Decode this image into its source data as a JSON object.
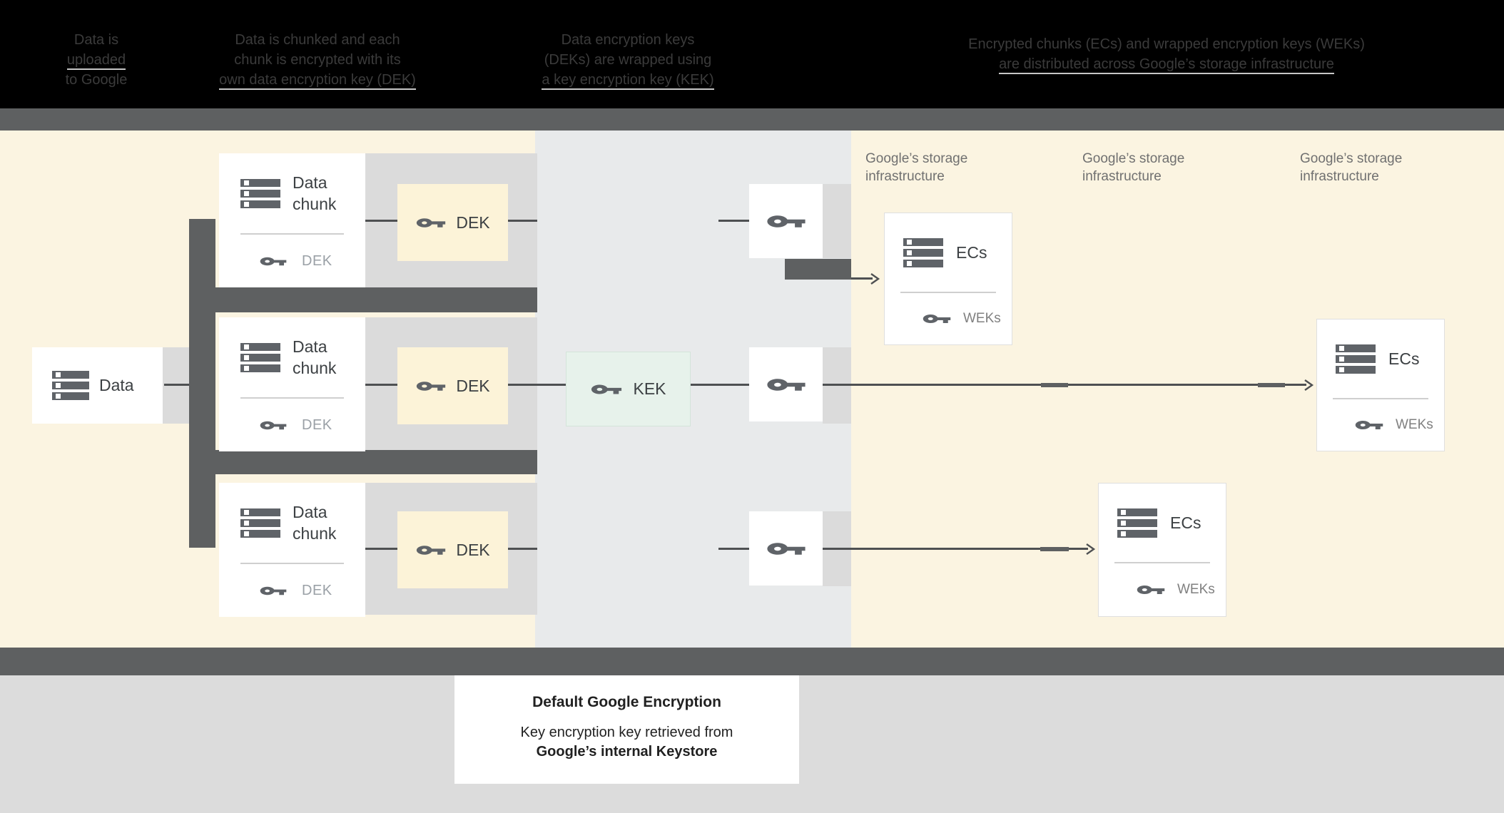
{
  "colors": {
    "header_bg": "#000000",
    "header_text": "#3b3b3b",
    "bar_gray": "#5E6061",
    "cream_bg": "#FBF4E1",
    "band_gray": "#DBDBDB",
    "zone_bluegray": "#E8EAEB",
    "dek_bg": "#FCF3D8",
    "kek_bg": "#E7F2EB",
    "icon_gray": "#5F6368",
    "primary_text": "#3C4043"
  },
  "header": {
    "columns": [
      {
        "lines": [
          "Data is",
          "uploaded",
          "to Google"
        ]
      },
      {
        "lines": [
          "Data is chunked and each",
          "chunk is encrypted with its",
          "own data encryption key (DEK)"
        ]
      },
      {
        "lines": [
          "Data encryption keys",
          "(DEKs) are wrapped using",
          "a key encryption key (KEK)"
        ]
      },
      {
        "lines": [
          "Encrypted chunks (ECs) and wrapped encryption keys (WEKs)",
          "are distributed across Google’s storage infrastructure"
        ]
      }
    ]
  },
  "diagram": {
    "data_box": {
      "label": "Data"
    },
    "chunks": [
      {
        "title": "Data chunk",
        "key_label": "DEK"
      },
      {
        "title": "Data chunk",
        "key_label": "DEK"
      },
      {
        "title": "Data chunk",
        "key_label": "DEK"
      }
    ],
    "dek_boxes": [
      {
        "label": "DEK"
      },
      {
        "label": "DEK"
      },
      {
        "label": "DEK"
      }
    ],
    "kek_box": {
      "label": "KEK"
    },
    "storage_labels": [
      {
        "text": "Google’s storage infrastructure"
      },
      {
        "text": "Google’s storage infrastructure"
      },
      {
        "text": "Google’s storage infrastructure"
      }
    ],
    "ecs_boxes": [
      {
        "title": "ECs",
        "key_label": "WEKs"
      },
      {
        "title": "ECs",
        "key_label": "WEKs"
      },
      {
        "title": "ECs",
        "key_label": "WEKs"
      }
    ]
  },
  "caption": {
    "title": "Default Google Encryption",
    "body_line1": "Key encryption key retrieved from",
    "body_line2": "Google’s internal Keystore"
  }
}
